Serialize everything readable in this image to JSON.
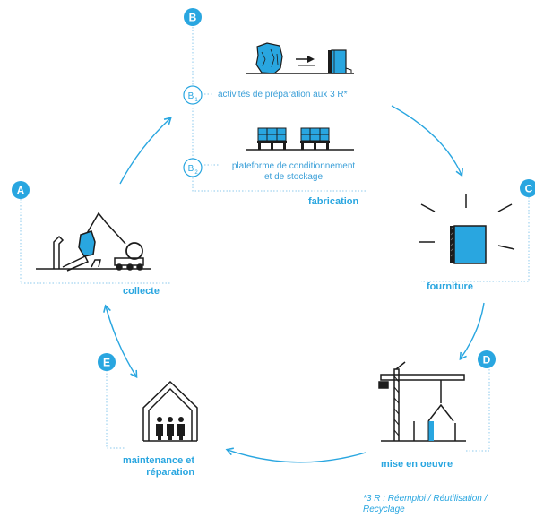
{
  "colors": {
    "accent": "#29a6e0",
    "dark": "#1c1c1c",
    "dotted": "#8cc9ec"
  },
  "steps": {
    "a": {
      "letter": "A",
      "label": "collecte"
    },
    "b": {
      "letter": "B",
      "label": "fabrication",
      "sub1_code": "B",
      "sub1_index": "1",
      "sub1_text": "activités de préparation aux 3 R*",
      "sub2_code": "B",
      "sub2_index": "2",
      "sub2_line1": "plateforme de conditionnement",
      "sub2_line2": "et de stockage"
    },
    "c": {
      "letter": "C",
      "label": "fourniture"
    },
    "d": {
      "letter": "D",
      "label": "mise en oeuvre"
    },
    "e": {
      "letter": "E",
      "label_line1": "maintenance et",
      "label_line2": "réparation"
    }
  },
  "footnote": {
    "line1": "*3 R : Réemploi / Réutilisation /",
    "line2": "Recyclage"
  }
}
